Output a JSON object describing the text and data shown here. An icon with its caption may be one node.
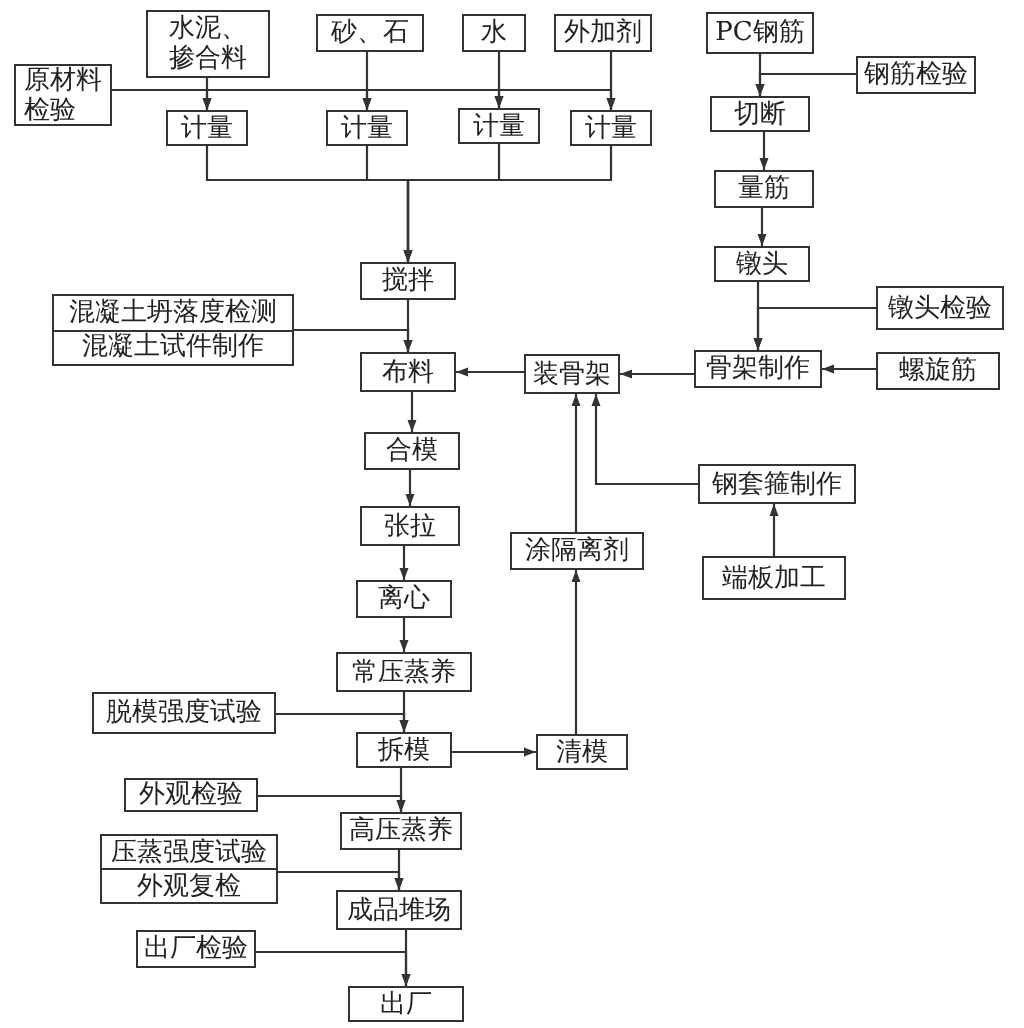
{
  "diagram": {
    "nodes": [
      {
        "text": [
          "水泥、掺合料"
        ]
      },
      {
        "text": [
          "砂、石"
        ]
      },
      {
        "text": [
          "水"
        ]
      },
      {
        "text": [
          "外加剂"
        ]
      },
      {
        "text": [
          "原材料检验"
        ]
      },
      {
        "text": [
          "计量"
        ]
      },
      {
        "text": [
          "计量"
        ]
      },
      {
        "text": [
          "计量"
        ]
      },
      {
        "text": [
          "计量"
        ]
      },
      {
        "text": [
          "搅拌"
        ]
      },
      {
        "text": [
          "PC钢筋"
        ]
      },
      {
        "text": [
          "钢筋检验"
        ]
      },
      {
        "text": [
          "切断"
        ]
      },
      {
        "text": [
          "量筋"
        ]
      },
      {
        "text": [
          "镦头"
        ]
      },
      {
        "text": [
          "镦头检验"
        ]
      },
      {
        "text": [
          "骨架制作"
        ]
      },
      {
        "text": [
          "螺旋筋"
        ]
      },
      {
        "text": [
          "装骨架"
        ]
      },
      {
        "text": [
          "混凝土坍落度检测",
          "混凝土试件制作"
        ]
      },
      {
        "text": [
          "布料"
        ]
      },
      {
        "text": [
          "合模"
        ]
      },
      {
        "text": [
          "张拉"
        ]
      },
      {
        "text": [
          "离心"
        ]
      },
      {
        "text": [
          "常压蒸养"
        ]
      },
      {
        "text": [
          "脱模强度试验"
        ]
      },
      {
        "text": [
          "拆模"
        ]
      },
      {
        "text": [
          "清模"
        ]
      },
      {
        "text": [
          "涂隔离剂"
        ]
      },
      {
        "text": [
          "钢套箍制作"
        ]
      },
      {
        "text": [
          "端板加工"
        ]
      },
      {
        "text": [
          "外观检验"
        ]
      },
      {
        "text": [
          "高压蒸养"
        ]
      },
      {
        "text": [
          "压蒸强度试验",
          "外观复检"
        ]
      },
      {
        "text": [
          "成品堆场"
        ]
      },
      {
        "text": [
          "出厂检验"
        ]
      },
      {
        "text": [
          "出厂"
        ]
      }
    ],
    "edges": [
      {
        "from": 0,
        "to": 5,
        "arrow": "to"
      },
      {
        "from": 1,
        "to": 6,
        "arrow": "to"
      },
      {
        "from": 2,
        "to": 7,
        "arrow": "to"
      },
      {
        "from": 3,
        "to": 8,
        "arrow": "to"
      },
      {
        "from": 4,
        "to": 5,
        "arrow": "to"
      },
      {
        "from": 4,
        "to": 6,
        "arrow": "to"
      },
      {
        "from": 4,
        "to": 7,
        "arrow": "to"
      },
      {
        "from": 4,
        "to": 8,
        "arrow": "to"
      },
      {
        "from": 5,
        "to": 9,
        "arrow": "to"
      },
      {
        "from": 6,
        "to": 9,
        "arrow": "to"
      },
      {
        "from": 7,
        "to": 9,
        "arrow": "to"
      },
      {
        "from": 8,
        "to": 9,
        "arrow": "to"
      },
      {
        "from": 9,
        "to": 20,
        "arrow": "to"
      },
      {
        "from": 19,
        "to": 20,
        "arrow": "to"
      },
      {
        "from": 18,
        "to": 20,
        "arrow": "to"
      },
      {
        "from": 20,
        "to": 21,
        "arrow": "to"
      },
      {
        "from": 21,
        "to": 22,
        "arrow": "to"
      },
      {
        "from": 22,
        "to": 23,
        "arrow": "to"
      },
      {
        "from": 23,
        "to": 24,
        "arrow": "to"
      },
      {
        "from": 24,
        "to": 26,
        "arrow": "to"
      },
      {
        "from": 25,
        "to": 26,
        "arrow": "to"
      },
      {
        "from": 26,
        "to": 27,
        "arrow": "to"
      },
      {
        "from": 27,
        "to": 28,
        "arrow": "to"
      },
      {
        "from": 28,
        "to": 18,
        "arrow": "to"
      },
      {
        "from": 29,
        "to": 18,
        "arrow": "to"
      },
      {
        "from": 30,
        "to": 29,
        "arrow": "to"
      },
      {
        "from": 10,
        "to": 12,
        "arrow": "to"
      },
      {
        "from": 11,
        "to": 12,
        "arrow": "to"
      },
      {
        "from": 12,
        "to": 13,
        "arrow": "to"
      },
      {
        "from": 13,
        "to": 14,
        "arrow": "to"
      },
      {
        "from": 14,
        "to": 16,
        "arrow": "to"
      },
      {
        "from": 15,
        "to": 16,
        "arrow": "to"
      },
      {
        "from": 17,
        "to": 16,
        "arrow": "to"
      },
      {
        "from": 16,
        "to": 18,
        "arrow": "to"
      },
      {
        "from": 26,
        "to": 32,
        "arrow": "to"
      },
      {
        "from": 31,
        "to": 32,
        "arrow": "to"
      },
      {
        "from": 32,
        "to": 34,
        "arrow": "to"
      },
      {
        "from": 33,
        "to": 34,
        "arrow": "to"
      },
      {
        "from": 34,
        "to": 36,
        "arrow": "to"
      },
      {
        "from": 35,
        "to": 36,
        "arrow": "to"
      }
    ]
  }
}
